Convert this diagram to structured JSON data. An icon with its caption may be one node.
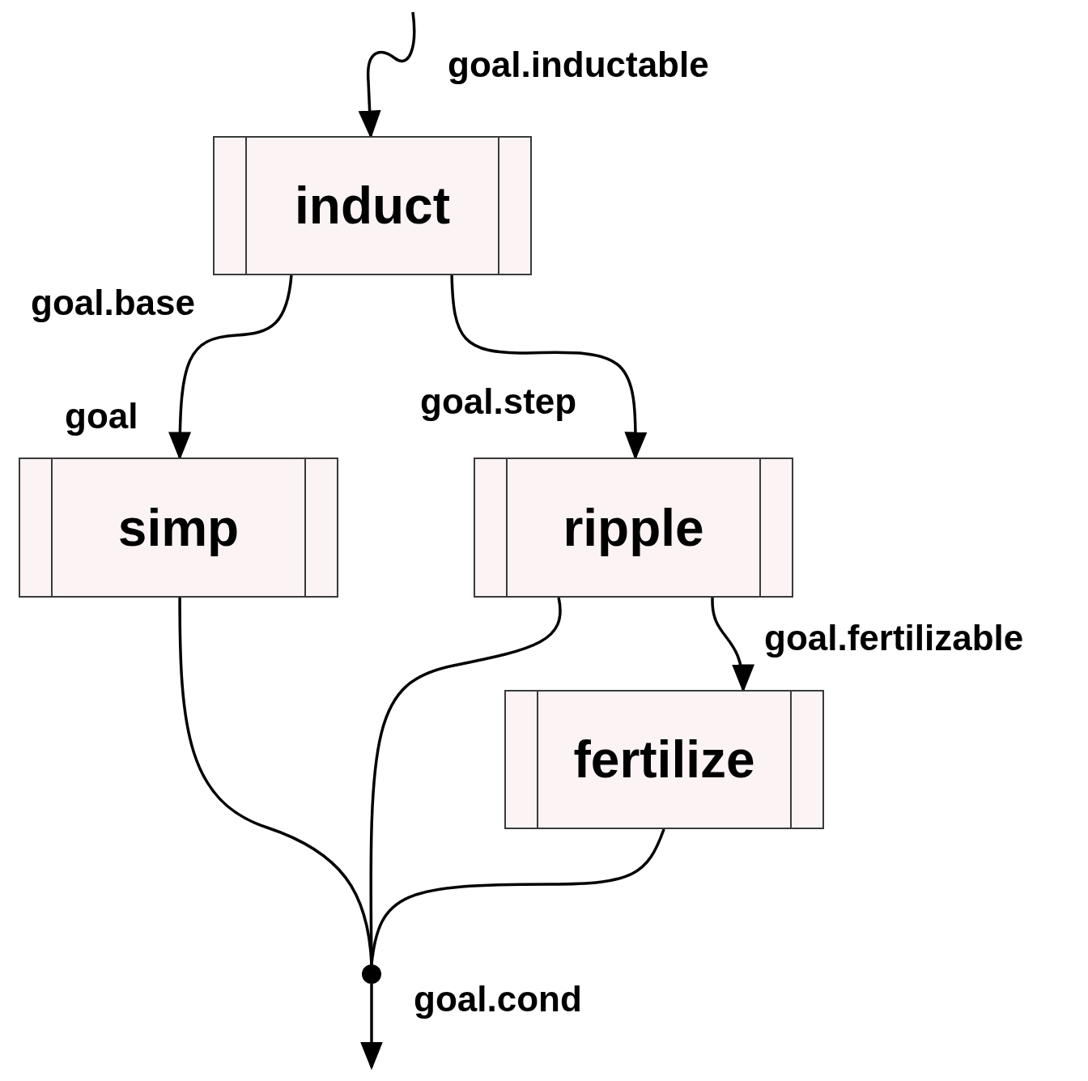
{
  "diagram": {
    "nodes": [
      {
        "text": [
          "induct"
        ]
      },
      {
        "text": [
          "simp"
        ]
      },
      {
        "text": [
          "ripple"
        ]
      },
      {
        "text": [
          "fertilize"
        ]
      },
      {
        "text": [],
        "shape": "circle"
      }
    ],
    "edges": [
      {
        "from": null,
        "to": 0,
        "arrow": "to",
        "label": "goal.inductable"
      },
      {
        "from": 0,
        "to": 1,
        "arrow": "to",
        "label": "goal.base"
      },
      {
        "from": 0,
        "to": 2,
        "arrow": "to",
        "label": "goal.step"
      },
      {
        "from": 1,
        "to": 4,
        "arrow": "none"
      },
      {
        "from": 2,
        "to": 4,
        "arrow": "none"
      },
      {
        "from": 2,
        "to": 3,
        "arrow": "to",
        "label": "goal.fertilizable"
      },
      {
        "from": 3,
        "to": 4,
        "arrow": "none"
      },
      {
        "from": 4,
        "to": null,
        "arrow": "to",
        "label": "goal.cond"
      }
    ],
    "labels": [
      "goal"
    ]
  }
}
